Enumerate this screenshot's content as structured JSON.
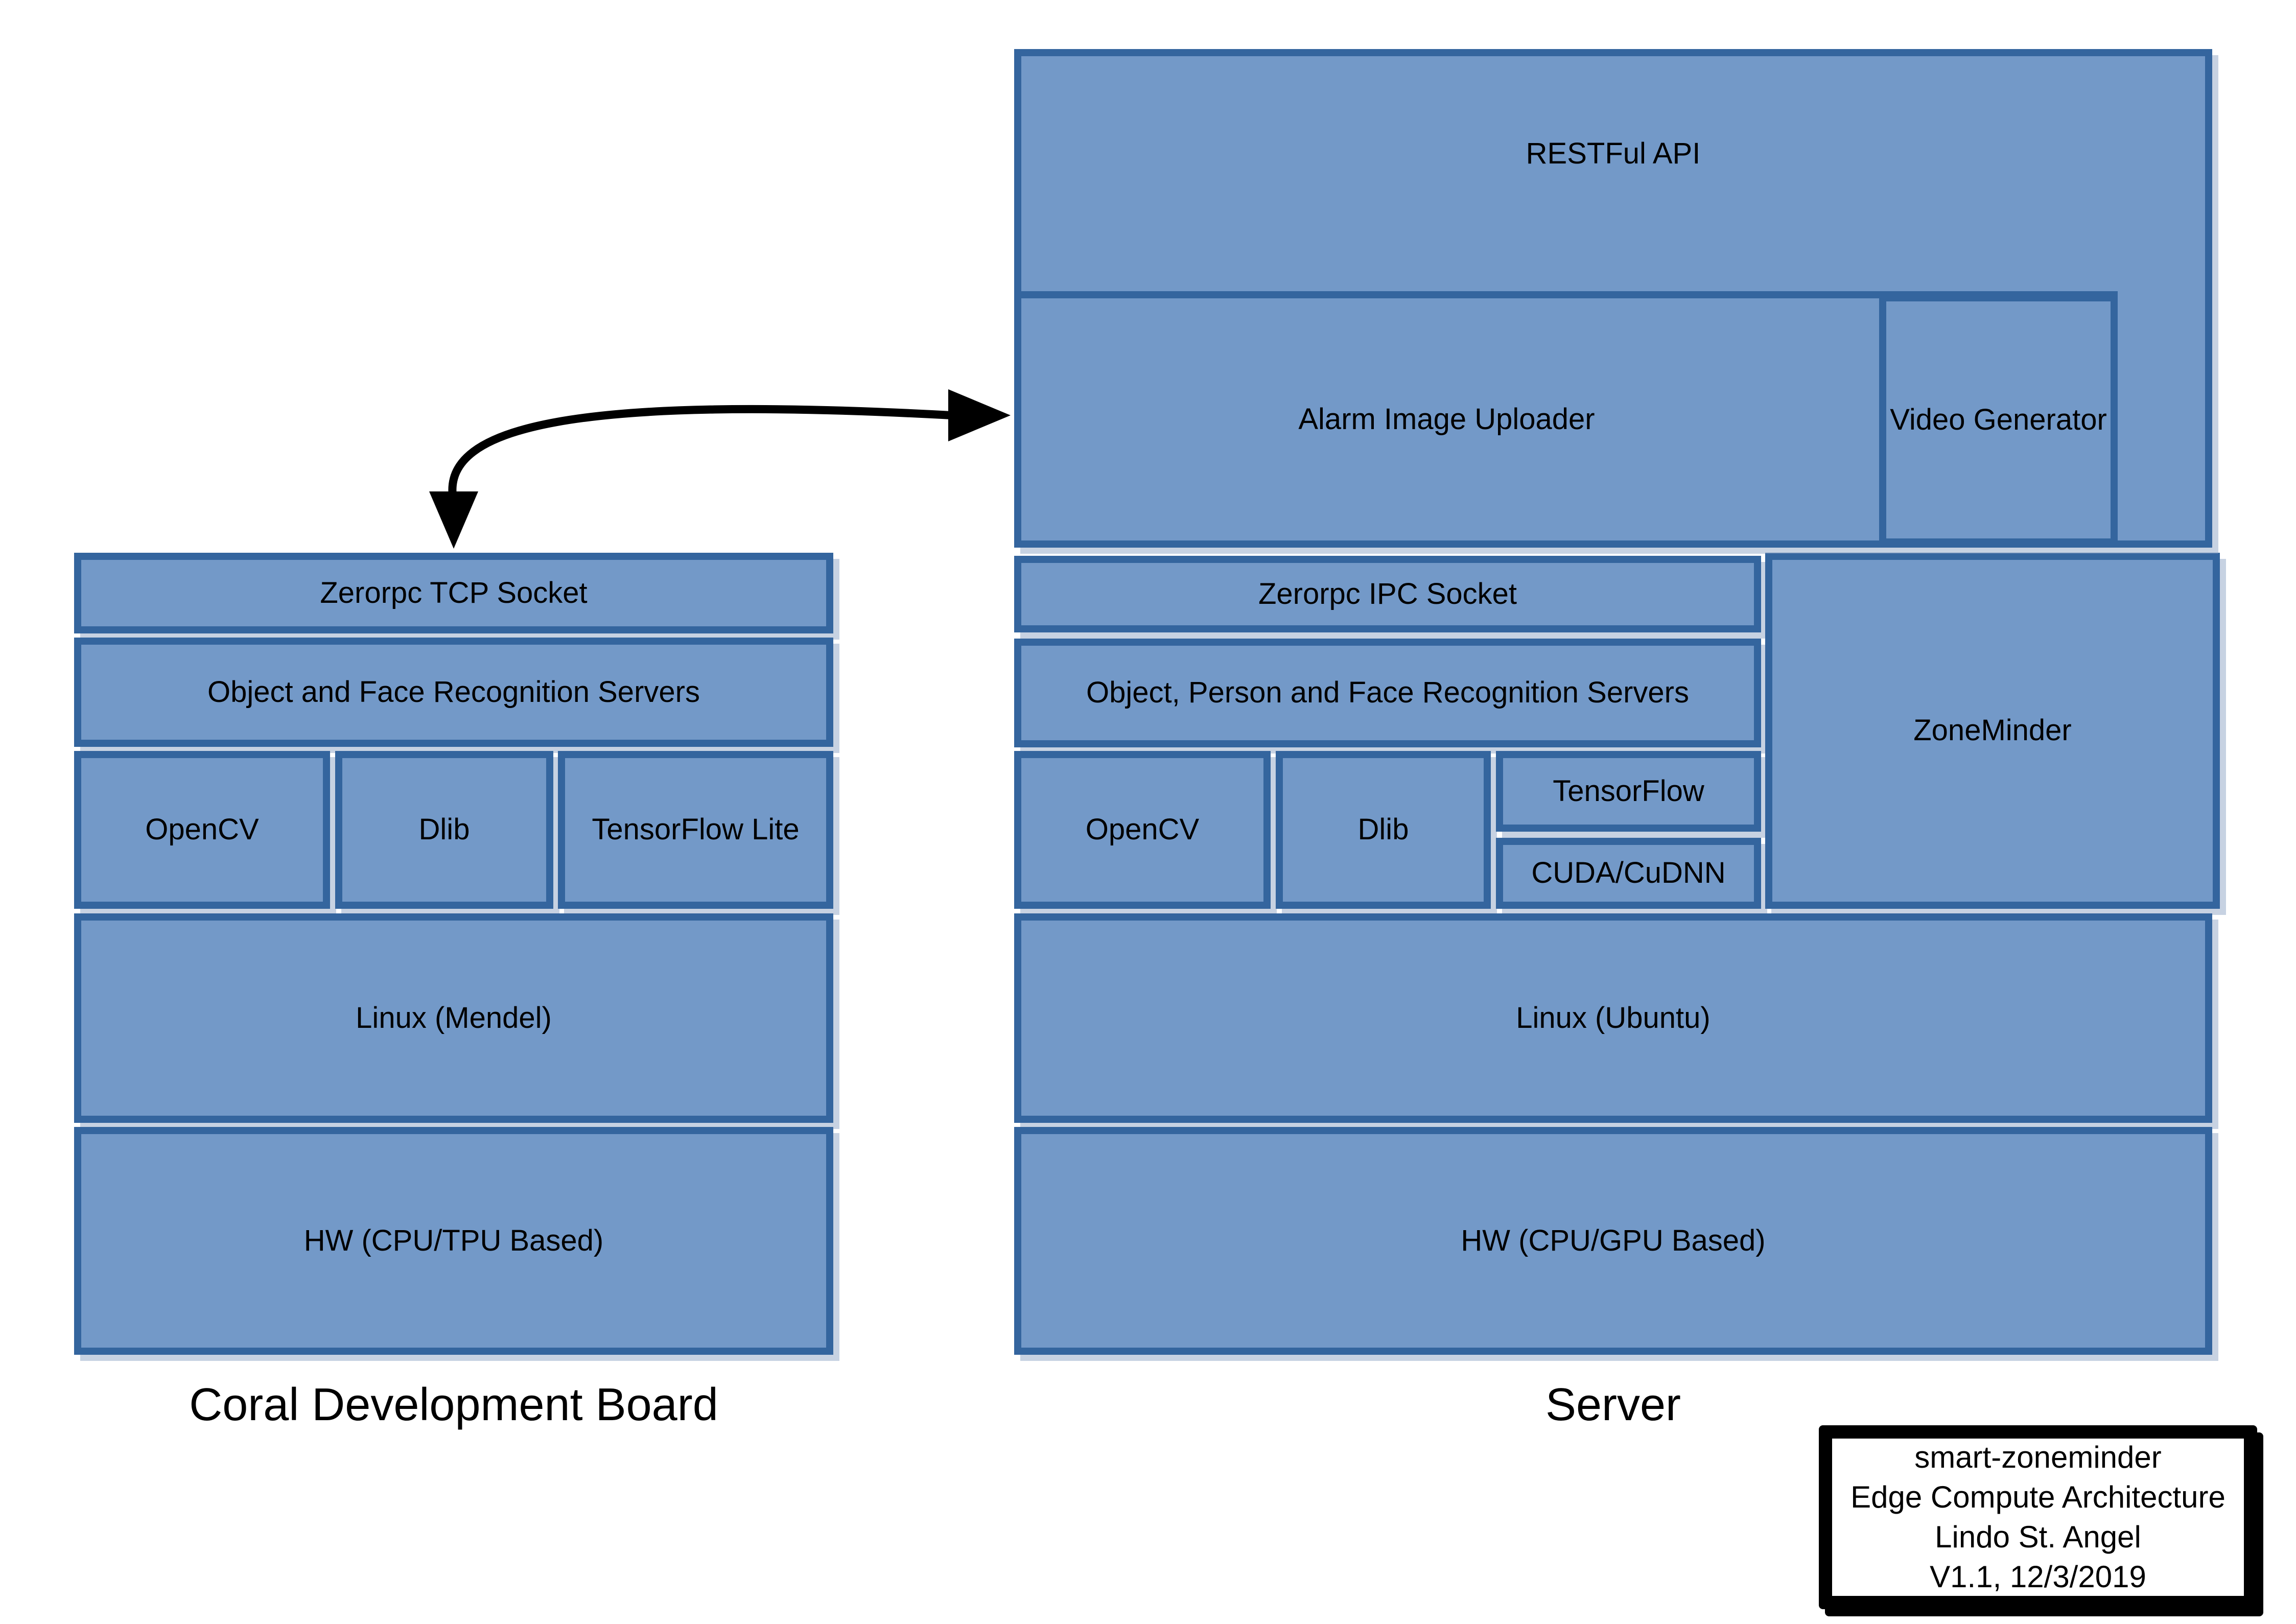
{
  "colors": {
    "block_fill": "#7399C8",
    "block_border": "#34659E",
    "arrow": "#000000",
    "info_border": "#000000",
    "background": "#ffffff"
  },
  "coral_board": {
    "label": "Coral Development Board",
    "tcp_socket": "Zerorpc TCP Socket",
    "recognition_servers": "Object and Face Recognition Servers",
    "opencv": "OpenCV",
    "dlib": "Dlib",
    "tensorflow_lite": "TensorFlow Lite",
    "os": "Linux (Mendel)",
    "hardware": "HW (CPU/TPU Based)"
  },
  "server": {
    "label": "Server",
    "restful_api": "RESTFul API",
    "alarm_image_uploader": "Alarm Image Uploader",
    "video_generator": "Video Generator",
    "ipc_socket": "Zerorpc IPC Socket",
    "recognition_servers": "Object, Person and Face Recognition Servers",
    "opencv": "OpenCV",
    "dlib": "Dlib",
    "tensorflow": "TensorFlow",
    "cuda": "CUDA/CuDNN",
    "zoneminder": "ZoneMinder",
    "os": "Linux (Ubuntu)",
    "hardware": "HW (CPU/GPU Based)"
  },
  "info_box": {
    "lines": [
      "smart-zoneminder",
      "Edge Compute Architecture",
      "Lindo St. Angel",
      "V1.1, 12/3/2019"
    ]
  }
}
